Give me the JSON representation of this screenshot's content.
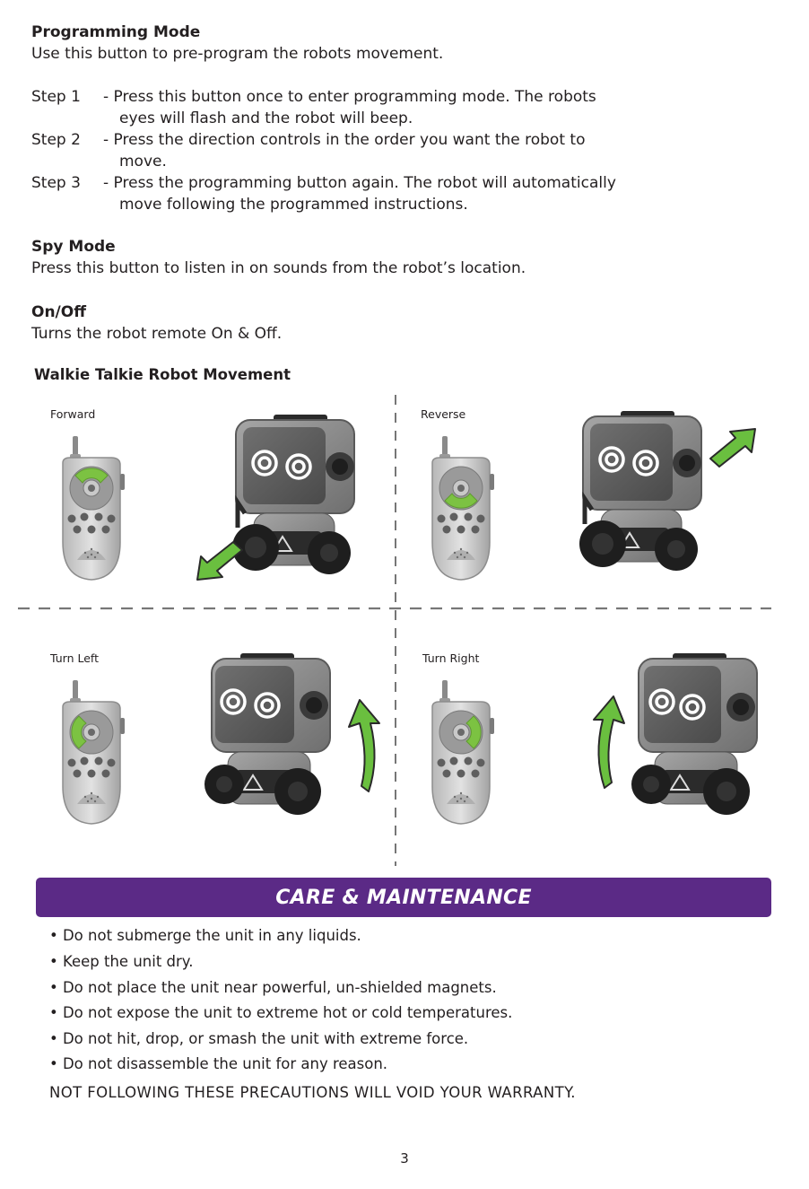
{
  "programming": {
    "heading": "Programming Mode",
    "intro": "Use this button to pre-program the robots movement.",
    "steps": [
      {
        "label": "Step 1",
        "text": "- Press this button once to enter programming mode.  The robots",
        "cont": "eyes will flash and the robot will beep."
      },
      {
        "label": "Step 2",
        "text": "- Press the direction controls in the order you want the robot to",
        "cont": "move."
      },
      {
        "label": "Step 3",
        "text": "- Press the programming button again.  The robot will automatically",
        "cont": "move following the programmed instructions."
      }
    ]
  },
  "spy": {
    "heading": "Spy Mode",
    "text": "Press this button to listen in on sounds from the robot’s location."
  },
  "onoff": {
    "heading": "On/Off",
    "text": "Turns the robot remote On & Off."
  },
  "movement": {
    "title": "Walkie Talkie Robot Movement",
    "panels": [
      {
        "caption": "Forward"
      },
      {
        "caption": "Reverse"
      },
      {
        "caption": "Turn Left"
      },
      {
        "caption": "Turn Right"
      }
    ]
  },
  "care": {
    "title": "CARE & MAINTENANCE",
    "items": [
      "• Do not submerge the unit in any liquids.",
      "• Keep the unit dry.",
      "• Do not place the unit near powerful, un-shielded magnets.",
      "• Do not expose the unit to extreme hot or cold temperatures.",
      "• Do not hit, drop, or smash the unit with extreme force.",
      "• Do not disassemble the unit for any reason."
    ],
    "warning": "NOT FOLLOWING THESE PRECAUTIONS WILL VOID YOUR WARRANTY."
  },
  "page_number": "3",
  "colors": {
    "banner": "#5b2a86",
    "highlight_green": "#7cc242",
    "arrow_green": "#6abf3f",
    "robot_grey": "#8c8c8c",
    "text": "#231f20"
  }
}
